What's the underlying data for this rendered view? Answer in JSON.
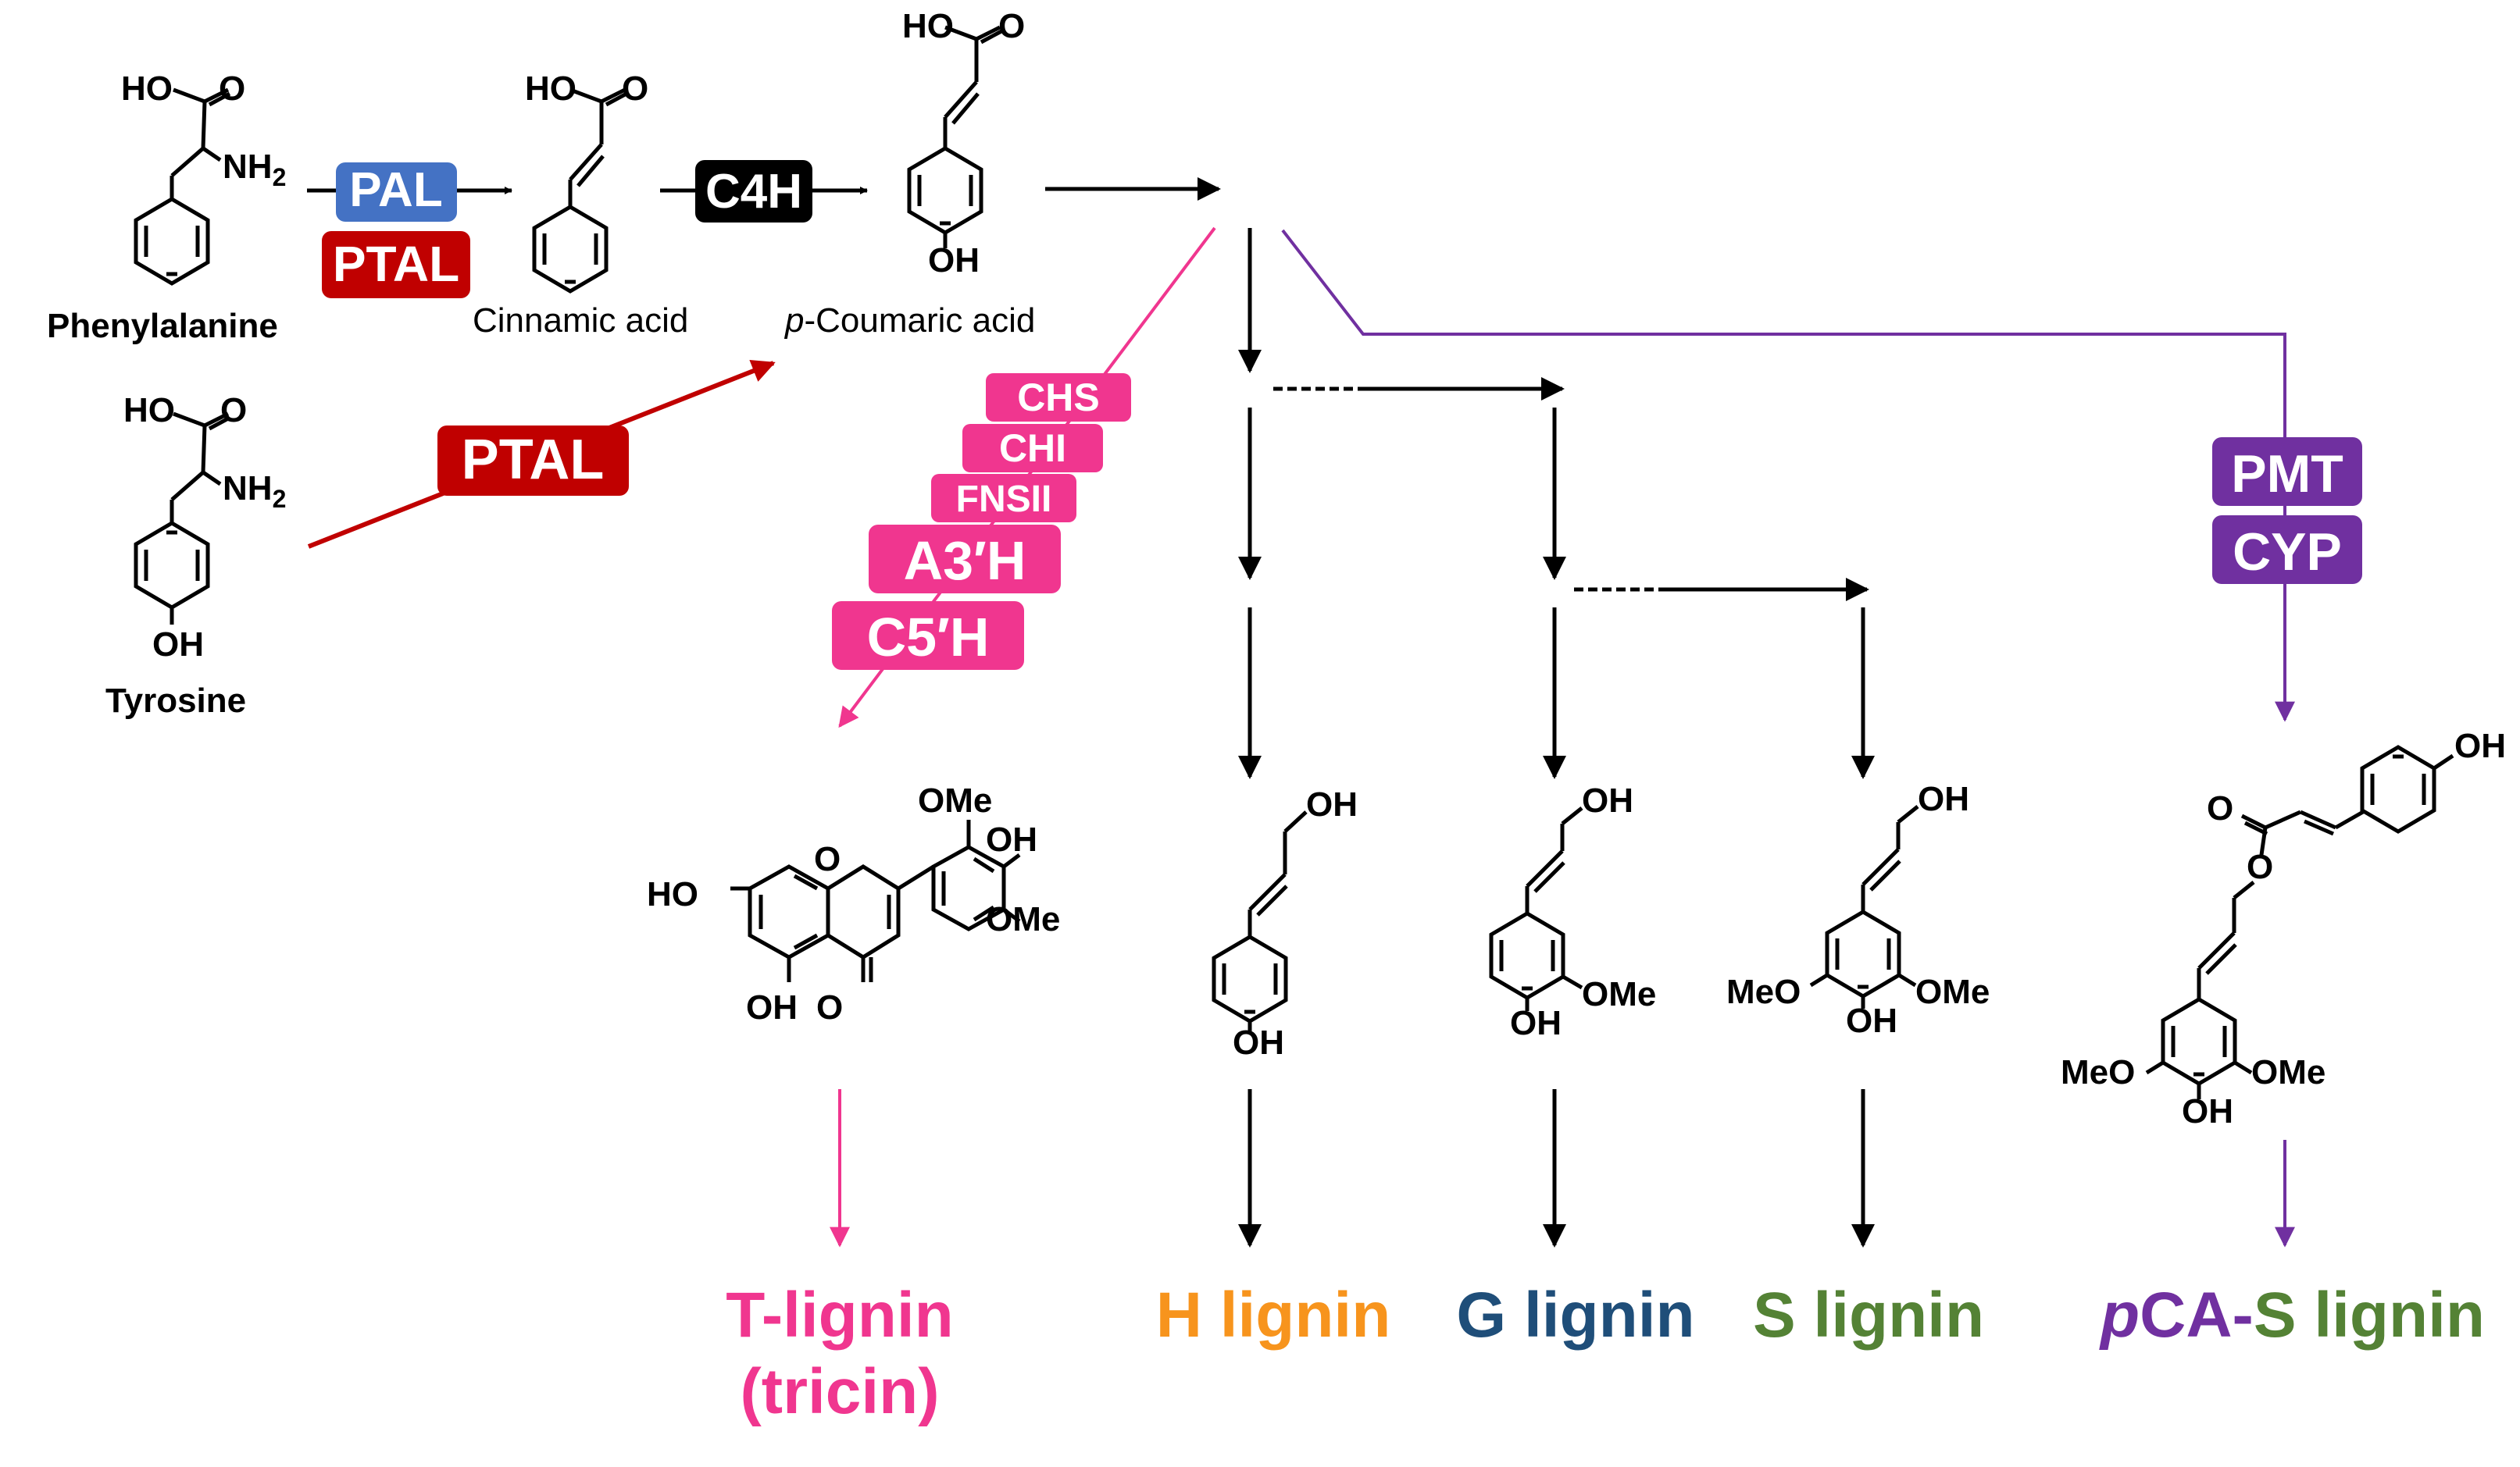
{
  "colors": {
    "pal": "#4472c4",
    "ptal": "#c00000",
    "c4h": "#000000",
    "tricin_branch": "#f0368f",
    "pca_branch": "#7030a0",
    "h_lignin": "#f7941d",
    "g_lignin": "#1f4e79",
    "s_lignin": "#548235",
    "arrow": "#000000"
  },
  "compounds": {
    "phenylalanine": "Phenylalanine",
    "tyrosine": "Tyrosine",
    "cinnamic_acid": "Cinnamic acid",
    "p_coumaric_prefix": "p",
    "p_coumaric_rest": "-Coumaric acid"
  },
  "atoms": {
    "ho": "HO",
    "o": "O",
    "nh2": "NH",
    "sub2": "2",
    "oh": "OH",
    "ome": "OMe",
    "meo": "MeO"
  },
  "enzymes": {
    "pal": "PAL",
    "ptal_top": "PTAL",
    "ptal_tyr": "PTAL",
    "c4h": "C4H",
    "chs": "CHS",
    "chi": "CHI",
    "fnsii": "FNSII",
    "a3h": "A3′H",
    "c5h": "C5′H",
    "pmt": "PMT",
    "cyp": "CYP"
  },
  "products": {
    "t_lignin": "T-lignin",
    "tricin": "(tricin)",
    "h_lignin": "H lignin",
    "g_lignin": "G lignin",
    "s_lignin": "S lignin",
    "pca_p": "p",
    "pca_ca": "CA-",
    "pca_s": "S",
    "pca_lignin": " lignin"
  }
}
